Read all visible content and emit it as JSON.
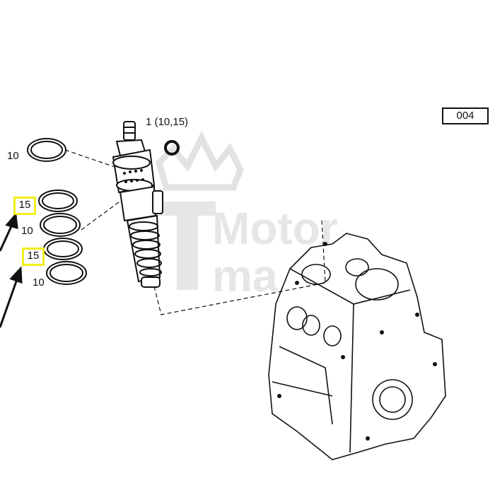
{
  "diagram": {
    "figure_ref": "004",
    "main_callout": "1 (10,15)",
    "parts": [
      {
        "label": "10"
      },
      {
        "label": "15",
        "highlighted": true
      },
      {
        "label": "10"
      },
      {
        "label": "15",
        "highlighted": true
      },
      {
        "label": "10"
      }
    ],
    "watermark": "Motor",
    "colors": {
      "line": "#111111",
      "highlight": "#f2ee1c",
      "watermark": "#e4e4e4"
    }
  }
}
